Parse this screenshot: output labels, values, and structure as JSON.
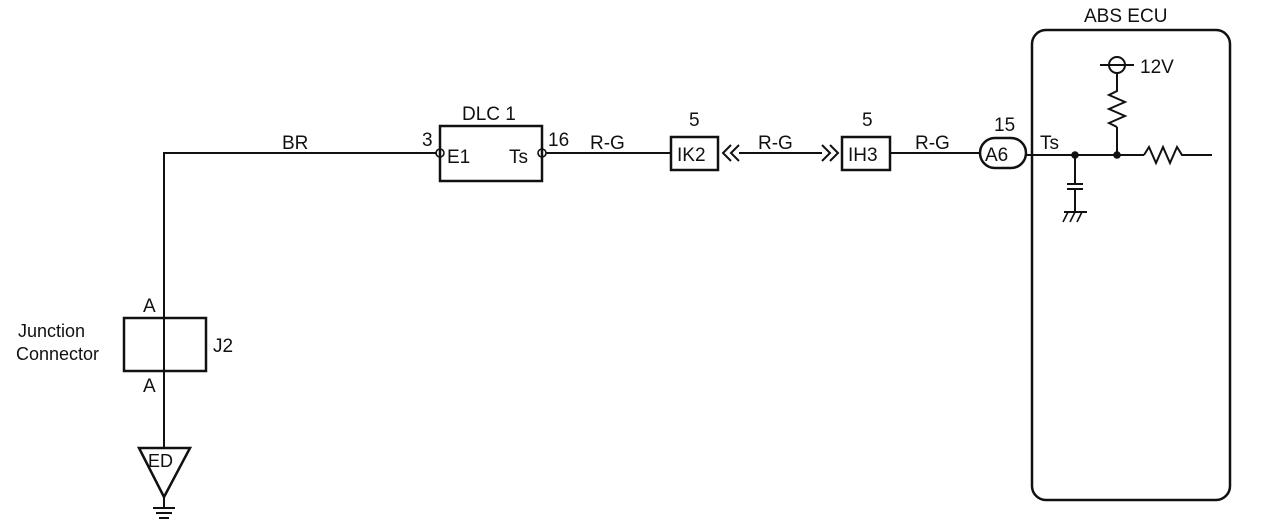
{
  "wires": {
    "w1": "BR",
    "w2": "R-G",
    "w3": "R-G",
    "w4": "R-G"
  },
  "dlc": {
    "title": "DLC 1",
    "pin_left_num": "3",
    "pin_left_name": "E1",
    "pin_right_num": "16",
    "pin_right_name": "Ts"
  },
  "ik2": {
    "pin": "5",
    "label": "IK2"
  },
  "ih3": {
    "pin": "5",
    "label": "IH3"
  },
  "a6": {
    "pin": "15",
    "label": "A6"
  },
  "ecu": {
    "title": "ABS ECU",
    "terminal": "Ts",
    "supply": "12V"
  },
  "junction": {
    "name_line1": "Junction",
    "name_line2": "Connector",
    "code": "J2",
    "top_pin": "A",
    "bottom_pin": "A"
  },
  "ground": {
    "label": "ED"
  }
}
